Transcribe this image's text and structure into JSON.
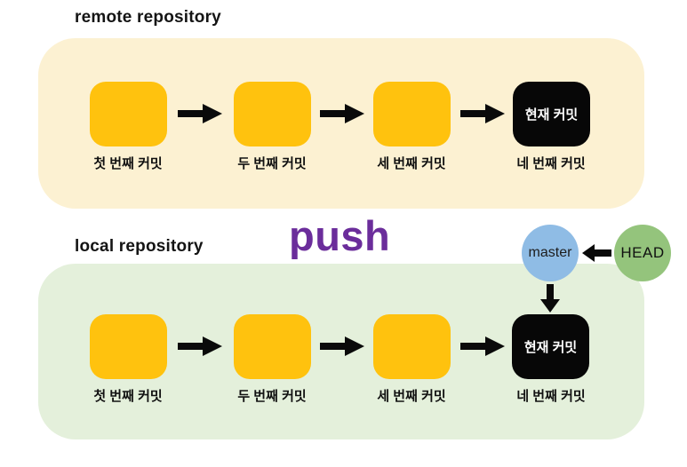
{
  "remote": {
    "title": "remote repository",
    "commits": [
      {
        "label": "첫 번째 커밋",
        "type": "normal"
      },
      {
        "label": "두 번째 커밋",
        "type": "normal"
      },
      {
        "label": "세 번째 커밋",
        "type": "normal"
      },
      {
        "label": "네 번째 커밋",
        "type": "current",
        "box_text": "현재 커밋"
      }
    ]
  },
  "local": {
    "title": "local repository",
    "commits": [
      {
        "label": "첫 번째 커밋",
        "type": "normal"
      },
      {
        "label": "두 번째 커밋",
        "type": "normal"
      },
      {
        "label": "세 번째 커밋",
        "type": "normal"
      },
      {
        "label": "네 번째 커밋",
        "type": "current",
        "box_text": "현재 커밋"
      }
    ]
  },
  "action_label": "push",
  "branch_badge": {
    "label": "master"
  },
  "head_badge": {
    "label": "HEAD"
  },
  "icons": {
    "between_commits": "arrow-right-icon",
    "head_to_master": "arrow-left-icon",
    "master_to_commit": "arrow-down-icon"
  },
  "colors": {
    "remote_panel": "#FCF1D2",
    "local_panel": "#E4F0DB",
    "commit_box": "#FFC20E",
    "current_commit_box": "#070707",
    "current_commit_text": "#FFFFFF",
    "arrow": "#0A0A0A",
    "push_text": "#6B2D9B",
    "master_badge": "#8FBCE5",
    "head_badge": "#94C47C",
    "title_text": "#141414"
  }
}
